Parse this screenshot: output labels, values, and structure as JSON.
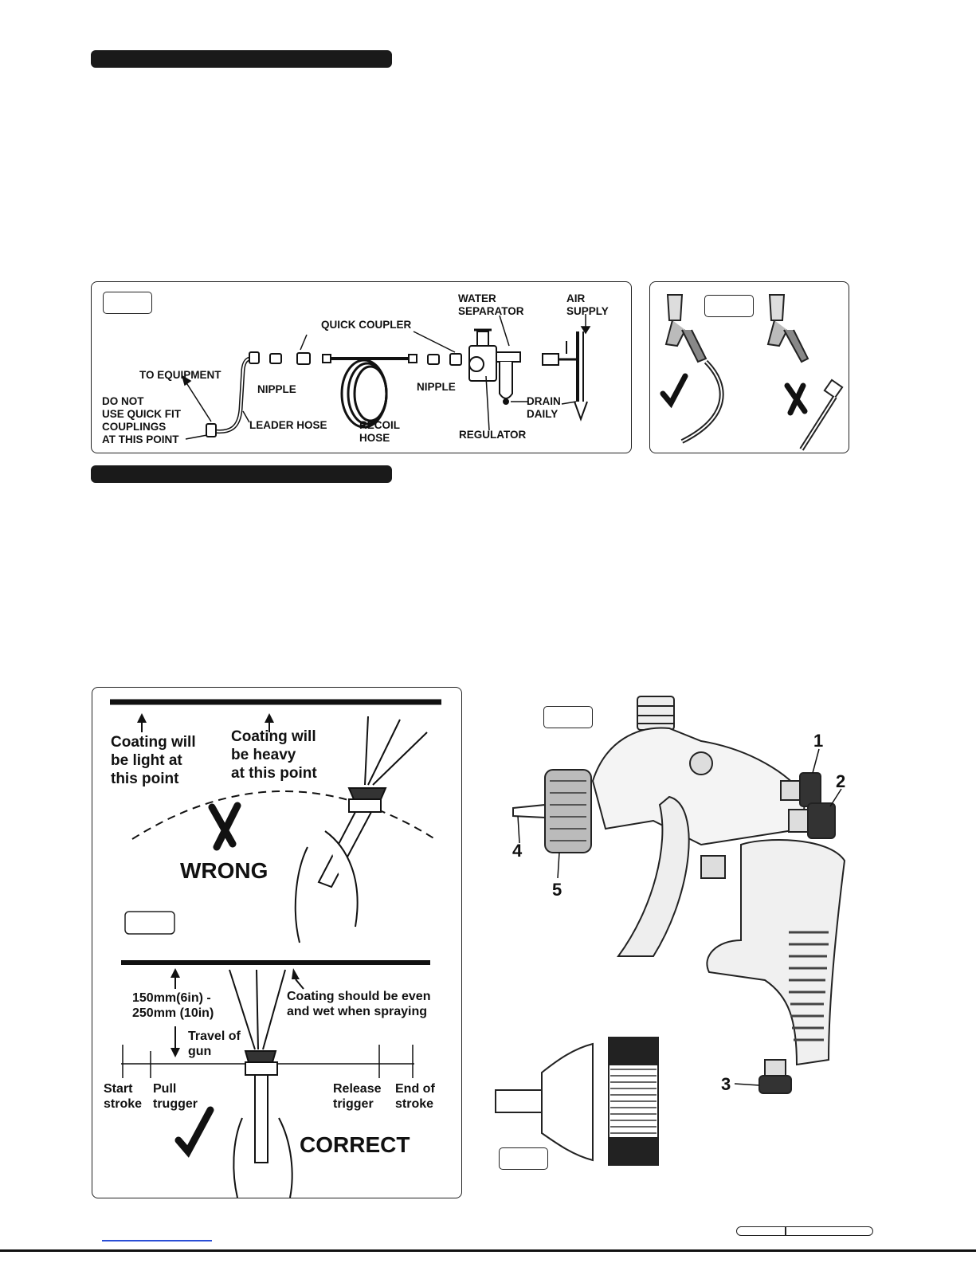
{
  "fig_connection": {
    "labels": {
      "water_separator": "WATER\nSEPARATOR",
      "air_supply": "AIR\nSUPPLY",
      "quick_coupler": "QUICK COUPLER",
      "to_equipment": "TO EQUIPMENT",
      "nipple_left": "NIPPLE",
      "nipple_right": "NIPPLE",
      "do_not_use": "DO NOT\nUSE QUICK FIT\nCOUPLINGS\nAT THIS POINT",
      "leader_hose": "LEADER HOSE",
      "recoil_hose": "RECOIL\nHOSE",
      "regulator": "REGULATOR",
      "drain_daily": "DRAIN\nDAILY"
    }
  },
  "fig_spray_technique": {
    "labels": {
      "light": "Coating will\nbe light at\nthis point",
      "heavy": "Coating will\nbe heavy\nat this point",
      "wrong": "WRONG",
      "distance": "150mm(6in) -\n250mm (10in)",
      "even": "Coating should be even\nand wet when spraying",
      "travel": "Travel of\ngun",
      "start": "Start\nstroke",
      "pull": "Pull\ntrugger",
      "release": "Release\ntrigger",
      "end": "End of\nstroke",
      "correct": "CORRECT"
    }
  },
  "fig_gun": {
    "callouts": [
      "1",
      "2",
      "3",
      "4",
      "5"
    ]
  }
}
